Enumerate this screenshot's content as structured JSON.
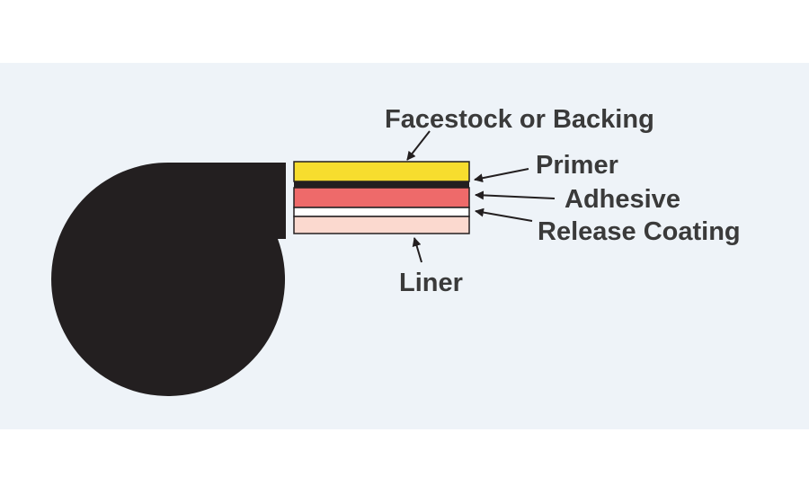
{
  "colors": {
    "page_background": "#ffffff",
    "panel_background": "#eef3f8",
    "roll": "#231f20",
    "facestock": "#f7dd2e",
    "primer": "#231f20",
    "adhesive": "#ee6a6a",
    "release_coating": "#ffffff",
    "liner": "#fbd9cf",
    "outline": "#231f20",
    "text": "#3a3a3a"
  },
  "labels": {
    "facestock": "Facestock or Backing",
    "primer": "Primer",
    "adhesive": "Adhesive",
    "release_coating": "Release Coating",
    "liner": "Liner"
  }
}
